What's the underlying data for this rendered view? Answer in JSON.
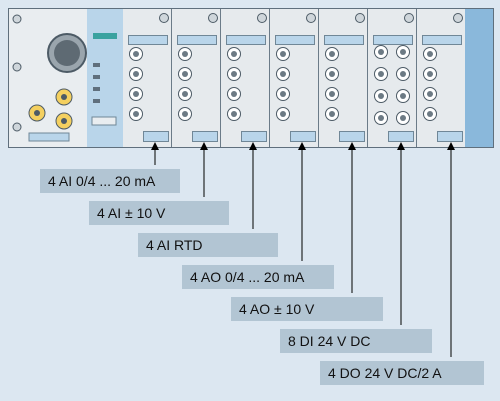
{
  "labels": [
    "4 AI 0/4 ... 20 mA",
    "4 AI ± 10 V",
    "4 AI RTD",
    "4 AO 0/4 ... 20 mA",
    "4 AO ± 10 V",
    "8 DI 24 V DC",
    "4 DO 24 V DC/2 A"
  ],
  "colors": {
    "background": "#dce7f1",
    "label_box": "#b2c5d3",
    "accent_blue": "#8ab8db"
  }
}
